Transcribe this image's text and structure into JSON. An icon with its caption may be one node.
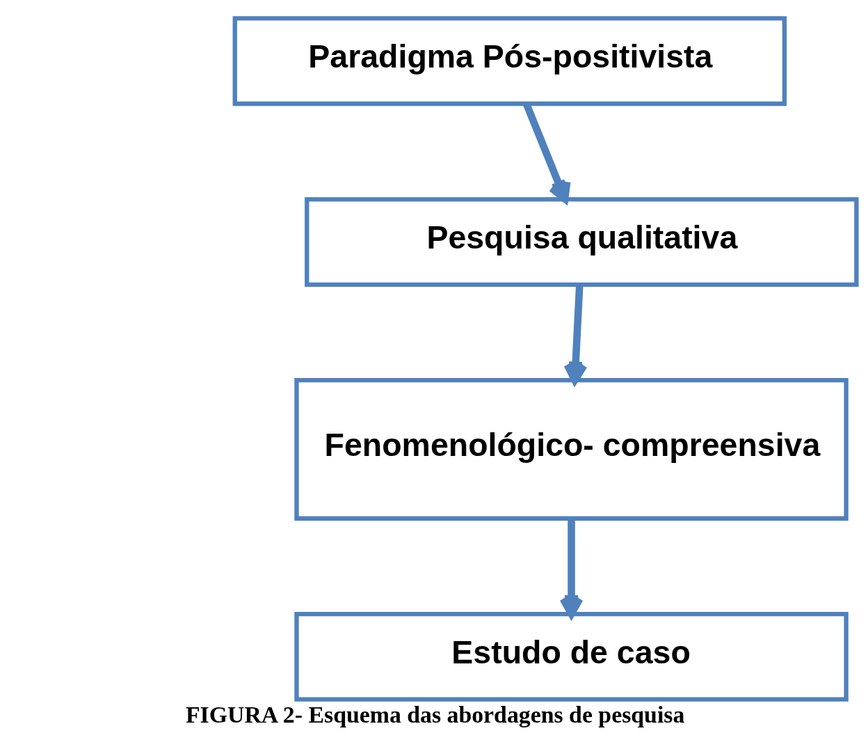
{
  "diagram": {
    "caption": "FIGURA 2- Esquema das abordagens de pesquisa",
    "nodes": [
      {
        "text": [
          "Paradigma Pós-positivista"
        ]
      },
      {
        "text": [
          "Pesquisa qualitativa"
        ]
      },
      {
        "text": [
          "Fenomenológico- compreensiva"
        ]
      },
      {
        "text": [
          "Estudo de caso"
        ]
      }
    ],
    "edges": [
      {
        "from": 0,
        "to": 1,
        "arrow": "to"
      },
      {
        "from": 1,
        "to": 2,
        "arrow": "to"
      },
      {
        "from": 2,
        "to": 3,
        "arrow": "to"
      }
    ]
  }
}
